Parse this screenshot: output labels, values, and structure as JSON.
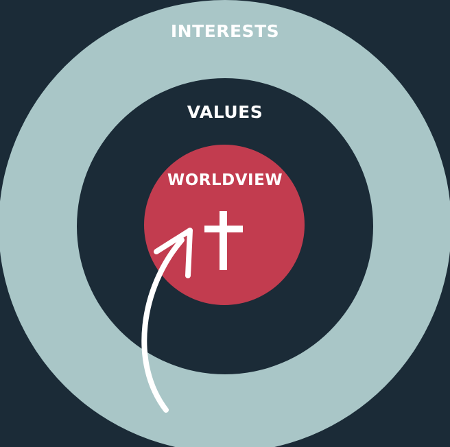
{
  "diagram": {
    "labels": {
      "outer": "INTERESTS",
      "middle": "VALUES",
      "core": "WORLDVIEW"
    },
    "icons": {
      "core_symbol": "cross-icon",
      "pointer": "curved-arrow-icon"
    },
    "colors": {
      "background": "#1b2b37",
      "outer_ring": "#a9c6c7",
      "middle_ring": "#1b2b37",
      "core": "#c23c4f",
      "text": "#ffffff",
      "arrow": "#ffffff"
    }
  }
}
